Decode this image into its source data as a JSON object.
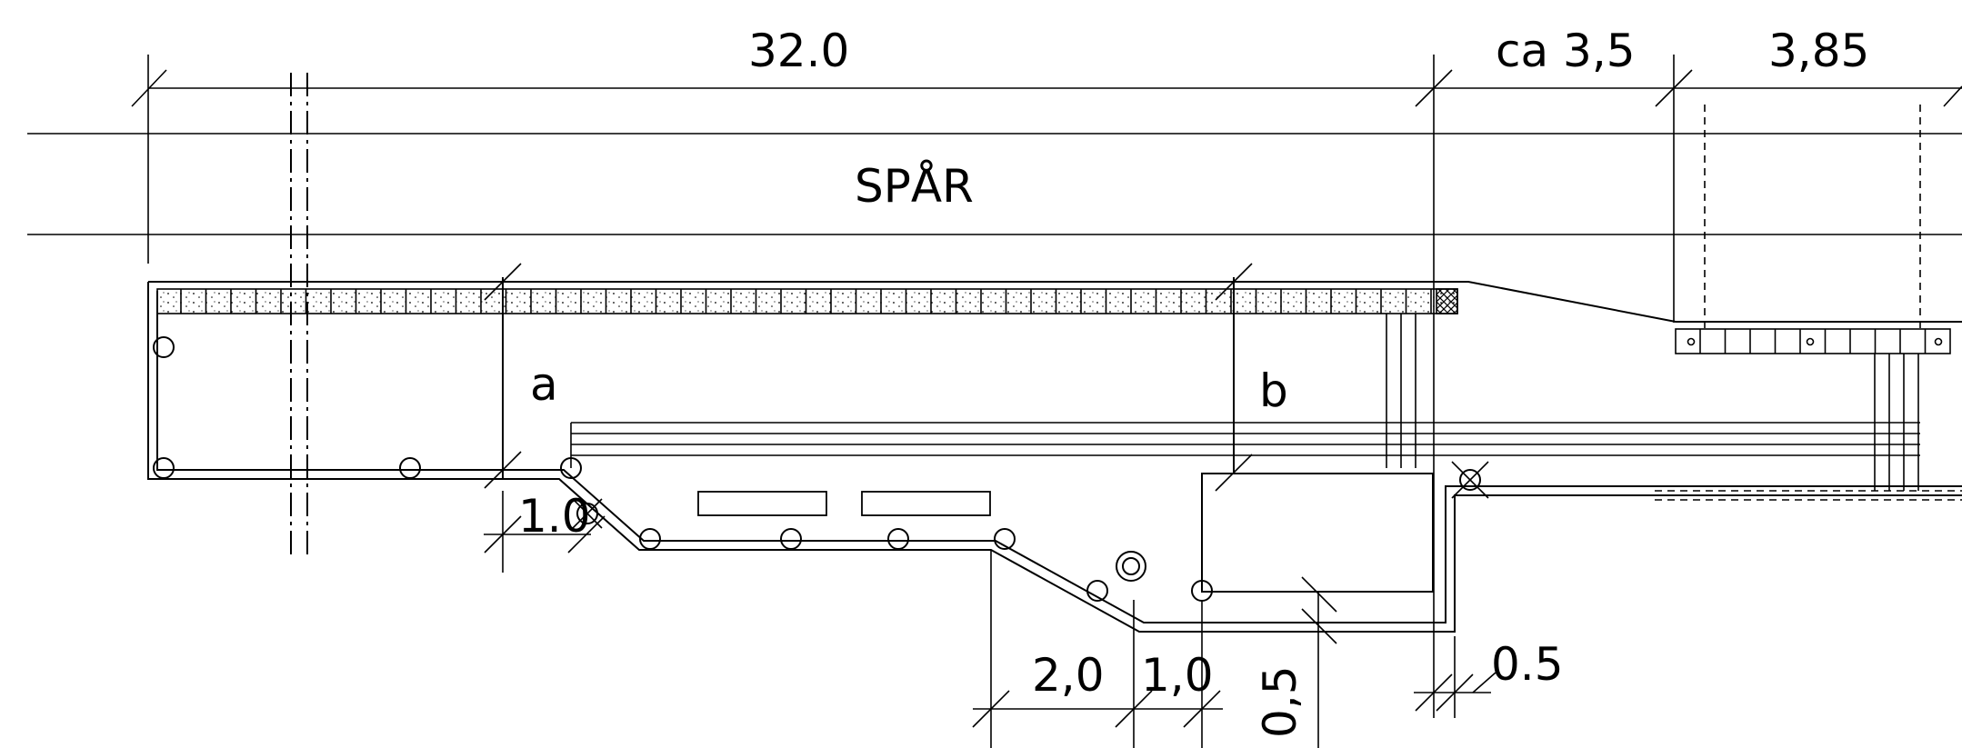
{
  "labels": {
    "track": "SPÅR",
    "section_a": "a",
    "section_b": "b"
  },
  "dimensions": {
    "total_length": "32.0",
    "approx_width": "ca 3,5",
    "right_width": "3,85",
    "offset_1_0_left": "1.0",
    "offset_2_0": "2,0",
    "offset_1_0": "1,0",
    "offset_0_5_vertical": "0,5",
    "offset_0_5_right": "0.5"
  }
}
